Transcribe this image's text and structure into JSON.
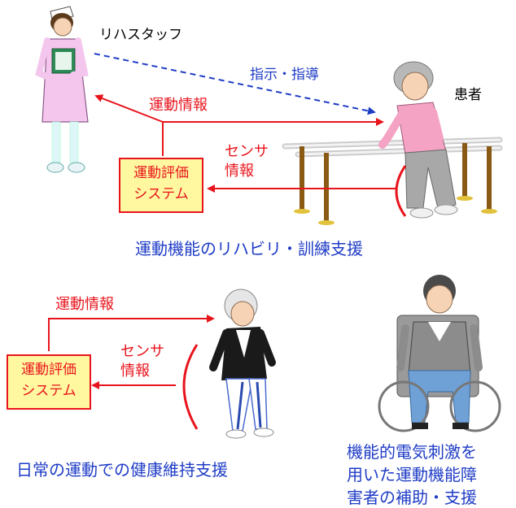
{
  "top": {
    "rehab_staff_label": "リハスタッフ",
    "instruction_label": "指示・指導",
    "patient_label": "患者",
    "motion_info_label": "運動情報",
    "sensor_info_line1": "センサ",
    "sensor_info_line2": "情報",
    "eval_system_line1": "運動評価",
    "eval_system_line2": "システム",
    "caption": "運動機能のリハビリ・訓練支援"
  },
  "bottom_left": {
    "motion_info_label": "運動情報",
    "sensor_info_line1": "センサ",
    "sensor_info_line2": "情報",
    "eval_system_line1": "運動評価",
    "eval_system_line2": "システム",
    "caption": "日常の運動での健康維持支援"
  },
  "bottom_right": {
    "caption_line1": "機能的電気刺激を",
    "caption_line2": "用いた運動機能障",
    "caption_line3": "害者の補助・支援"
  },
  "colors": {
    "arrow_red": "#e8141c",
    "arrow_blue": "#1f3cc6",
    "box_fill": "#fff8a0"
  }
}
